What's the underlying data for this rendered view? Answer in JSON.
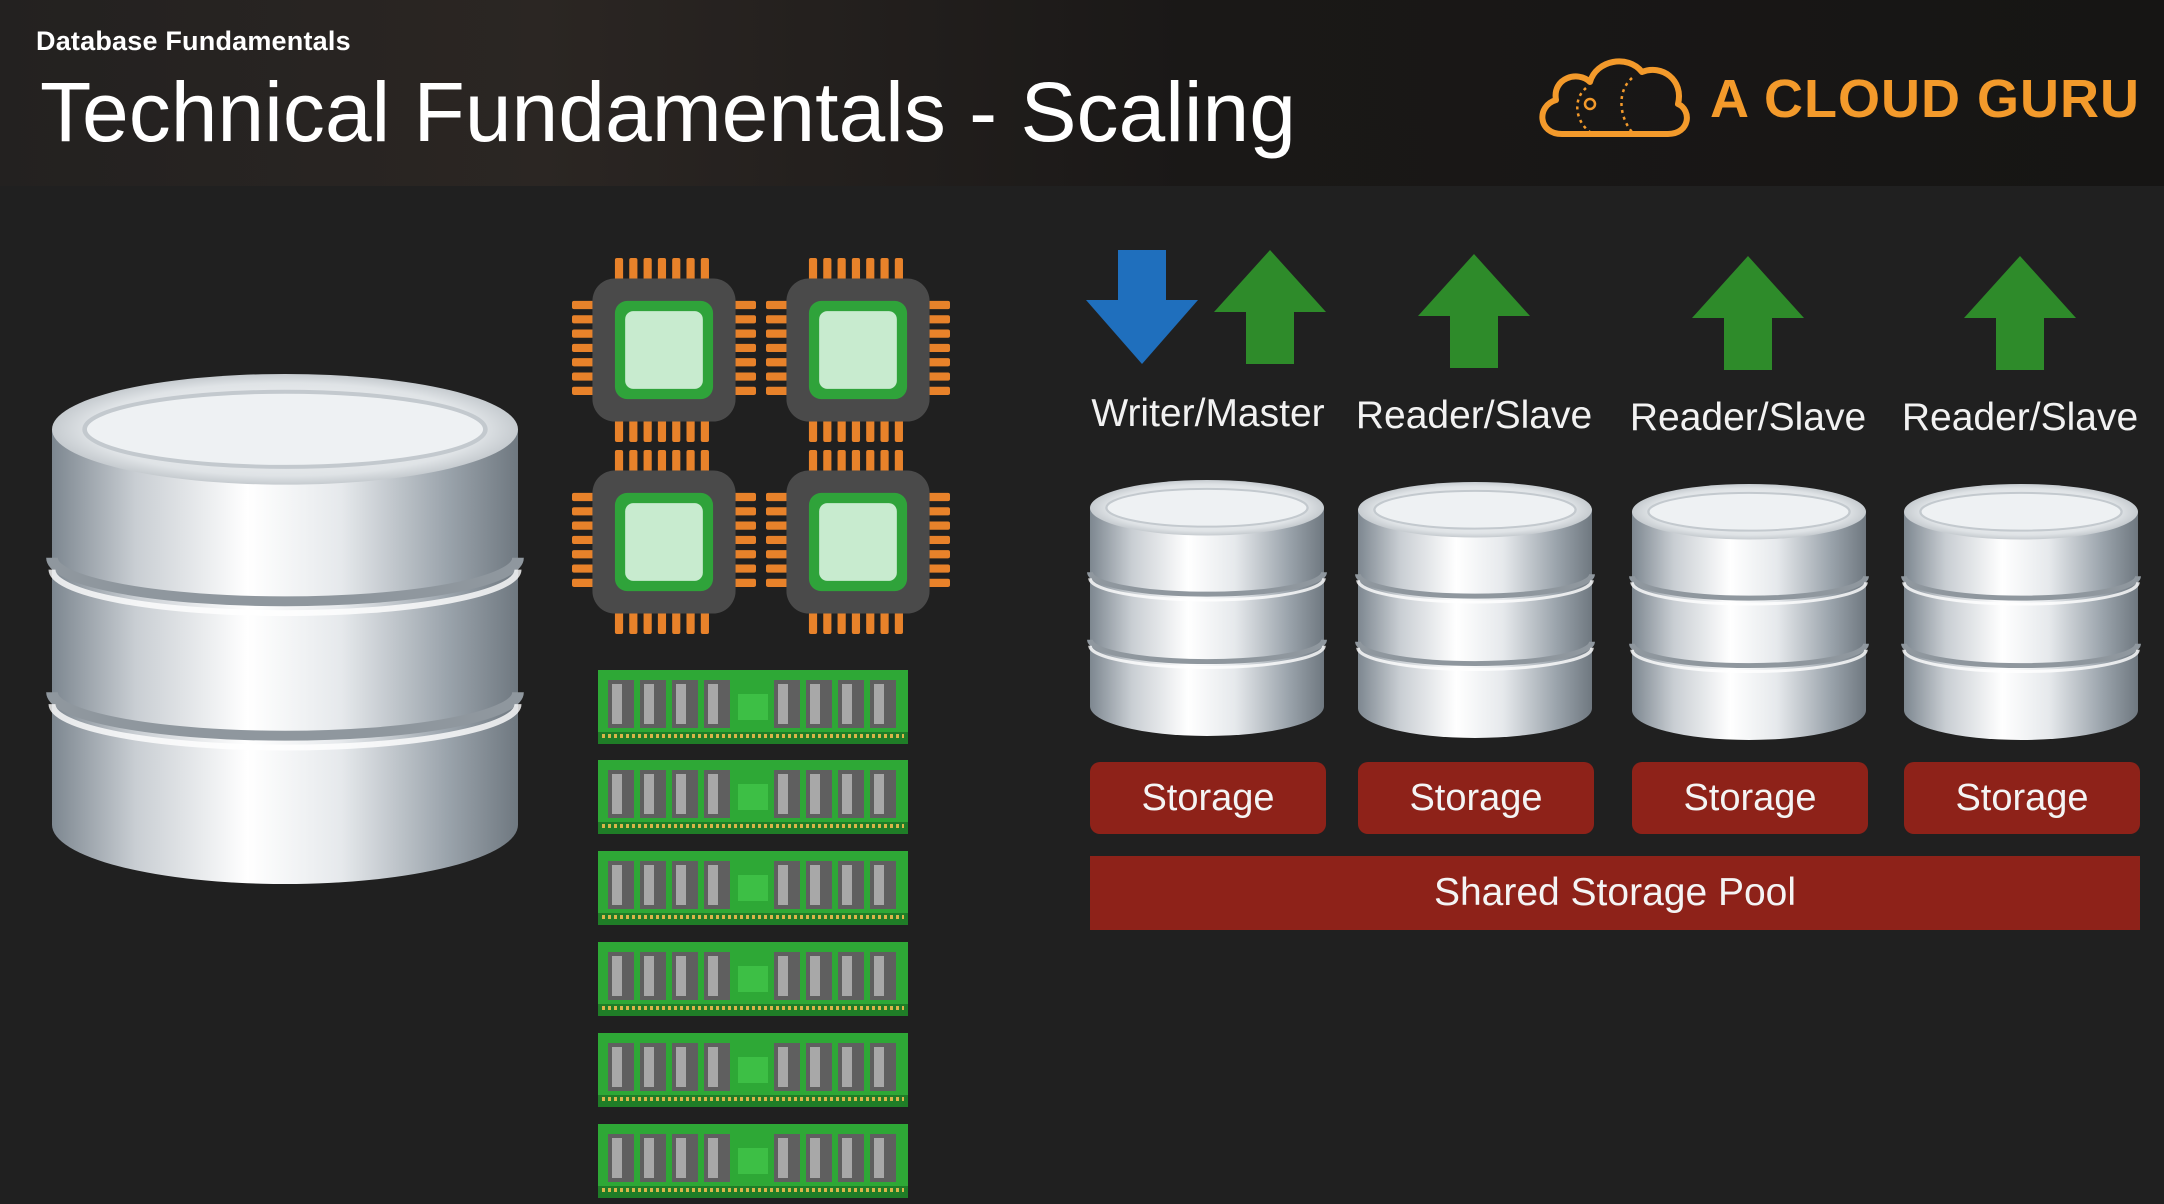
{
  "header": {
    "subtitle": "Database Fundamentals",
    "title": "Technical Fundamentals - Scaling",
    "logo_text": "A CLOUD GURU",
    "logo_color": "#f39a2b"
  },
  "diagram": {
    "single_node": {
      "icon": "database-icon"
    },
    "compute": {
      "cpu_icon": "cpu-chip-icon",
      "cpu_count": 4,
      "ram_icon": "ram-module-icon",
      "ram_count": 6
    },
    "cluster_nodes": [
      {
        "label": "Writer/Master",
        "arrow": "down-and-up",
        "storage_label": "Storage"
      },
      {
        "label": "Reader/Slave",
        "arrow": "up",
        "storage_label": "Storage"
      },
      {
        "label": "Reader/Slave",
        "arrow": "up",
        "storage_label": "Storage"
      },
      {
        "label": "Reader/Slave",
        "arrow": "up",
        "storage_label": "Storage"
      }
    ],
    "shared_pool_label": "Shared Storage Pool",
    "colors": {
      "storage": "#8e2219",
      "arrow_up": "#2e8b2a",
      "arrow_down": "#1f6fbd",
      "cpu_pins": "#e8822a",
      "ram_board": "#2ea836"
    }
  }
}
